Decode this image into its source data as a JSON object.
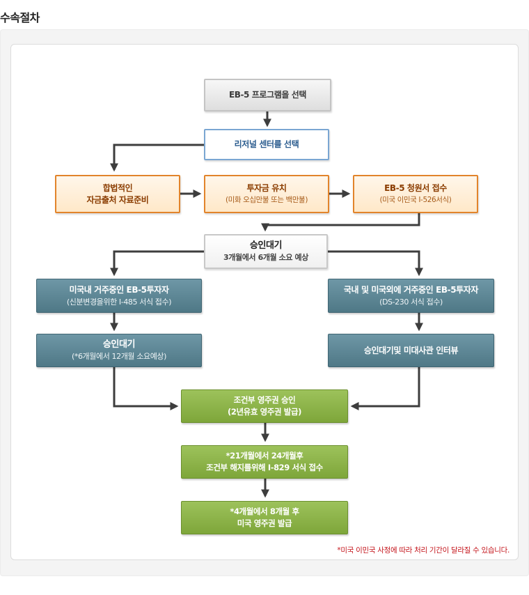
{
  "page_title": "수속절차",
  "flow": {
    "step_program": "EB-5 프로그램을 선택",
    "step_regional": "리저널 센터를 선택",
    "step_fund": {
      "line1": "합법적인",
      "line2": "자금출처 자료준비"
    },
    "step_invest": {
      "line1": "투자금 유치",
      "line2": "(미화 오십만불 또는 백만불)"
    },
    "step_petition": {
      "line1": "EB-5 청원서 접수",
      "line2": "(미국 이민국 I-526서식)"
    },
    "step_approval": {
      "line1": "승인대기",
      "line2": "3개월에서 6개월 소요 예상"
    },
    "left_branch": {
      "resident": {
        "line1": "미국내 거주중인 EB-5투자자",
        "line2": "(신분변경을위한 I-485 서식 접수)"
      },
      "wait": {
        "line1": "승인대기",
        "line2": "(*6개월에서 12개월 소요예상)"
      }
    },
    "right_branch": {
      "resident": {
        "line1": "국내 및 미국외에 거주중인 EB-5투자자",
        "line2": "(DS-230 서식 접수)"
      },
      "interview": "승인대기및 미대사관 인터뷰"
    },
    "step_conditional": {
      "line1": "조건부 영주권 승인",
      "line2": "(2년유효 영주권 발급)"
    },
    "step_remove": {
      "line1": "*21개월에서 24개월후",
      "line2": "조건부 해지를위해 I-829 서식 접수"
    },
    "step_final": {
      "line1": "*4개월에서 8개월 후",
      "line2": "미국 영주권 발급"
    }
  },
  "footnote": "*미국 이민국 사정에 따라 처리 기간이 달라질 수 있습니다.",
  "colors": {
    "connector": "#3d3d3d",
    "orange_border": "#e2842b",
    "blue_border": "#7aa6d2",
    "teal": "#5c8593",
    "green": "#8bb347",
    "footnote": "#c4141b"
  }
}
